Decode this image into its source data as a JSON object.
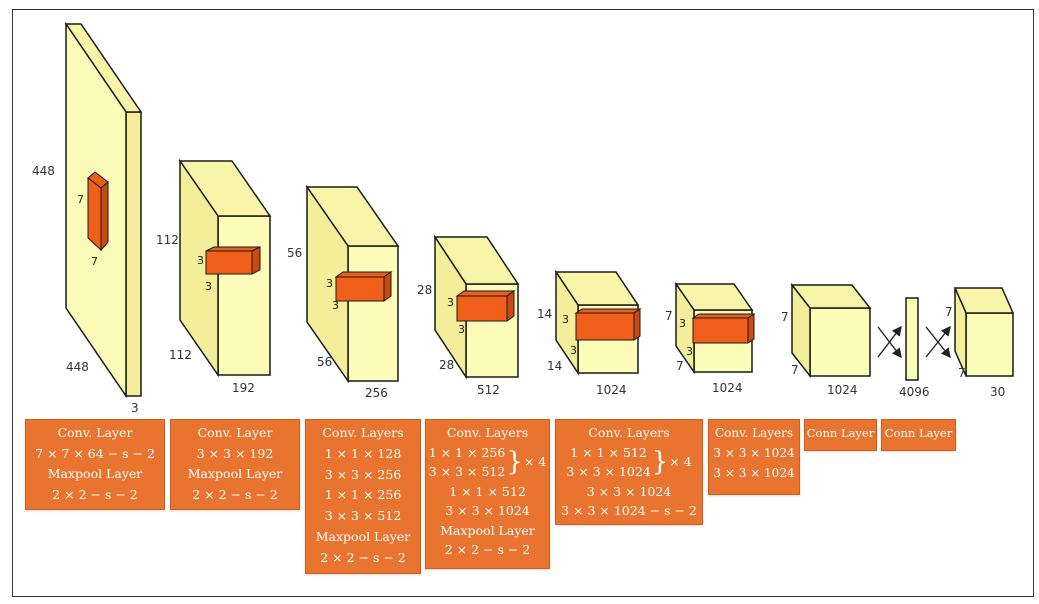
{
  "diagram": {
    "volumes": [
      {
        "height": "448",
        "width": "448",
        "depth": "3",
        "kernel_h": "7",
        "kernel_w": "7"
      },
      {
        "height": "112",
        "width": "112",
        "depth": "192",
        "kernel_h": "3",
        "kernel_w": "3"
      },
      {
        "height": "56",
        "width": "56",
        "depth": "256",
        "kernel_h": "3",
        "kernel_w": "3"
      },
      {
        "height": "28",
        "width": "28",
        "depth": "512",
        "kernel_h": "3",
        "kernel_w": "3"
      },
      {
        "height": "14",
        "width": "14",
        "depth": "1024",
        "kernel_h": "3",
        "kernel_w": "3"
      },
      {
        "height": "7",
        "width": "7",
        "depth": "1024",
        "kernel_h": "3",
        "kernel_w": "3"
      },
      {
        "height": "7",
        "width": "7",
        "depth": "1024"
      },
      {
        "depth": "4096"
      },
      {
        "height": "7",
        "width": "7",
        "depth": "30"
      }
    ],
    "boxes": [
      {
        "lines": [
          "Conv. Layer",
          "7 × 7 × 64 − s − 2",
          "Maxpool Layer",
          "2 × 2 − s − 2"
        ]
      },
      {
        "lines": [
          "Conv. Layer",
          "3 × 3 × 192",
          "Maxpool Layer",
          "2 × 2 − s − 2"
        ]
      },
      {
        "lines": [
          "Conv. Layers",
          "1 × 1 × 128",
          "3 × 3 × 256",
          "1 × 1 × 256",
          "3 × 3 × 512",
          "Maxpool Layer",
          "2 × 2 − s − 2"
        ]
      },
      {
        "title": "Conv. Layers",
        "group": [
          "1 × 1 × 256",
          "3 × 3 × 512"
        ],
        "repeat": "× 4",
        "lines": [
          "1 × 1 × 512",
          "3 × 3 × 1024",
          "Maxpool Layer",
          "2 × 2 − s − 2"
        ]
      },
      {
        "title": "Conv. Layers",
        "group": [
          "1 × 1 × 512",
          "3 × 3 × 1024"
        ],
        "repeat": "× 4",
        "lines": [
          "3 × 3 × 1024",
          "3 × 3 × 1024 − s − 2"
        ]
      },
      {
        "lines": [
          "Conv. Layers",
          "3 × 3 × 1024",
          "3 × 3 × 1024"
        ]
      },
      {
        "lines": [
          "Conn Layer"
        ]
      },
      {
        "lines": [
          "Conn Layer"
        ]
      }
    ]
  },
  "colors": {
    "volume_face": "#fdfbb8",
    "volume_side": "#f4ee9a",
    "volume_stroke": "#1a1a1a",
    "kernel_front": "#f0601a",
    "kernel_side": "#c84a10",
    "box_fill": "#e8742f",
    "box_text": "#ffffff",
    "frame_stroke": "#333333"
  }
}
